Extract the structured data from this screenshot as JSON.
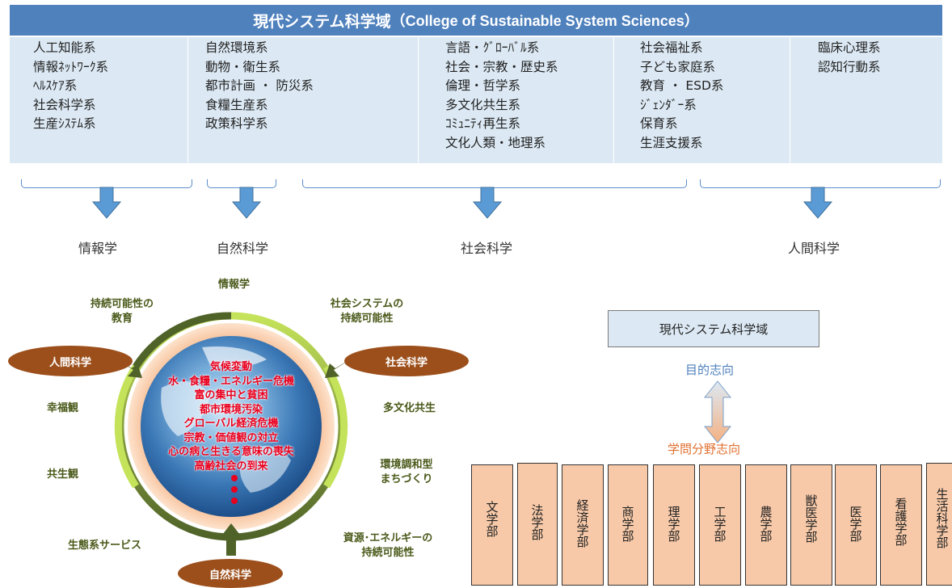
{
  "header": {
    "title": "現代システム科学域",
    "subtitle": "（College of Sustainable System Sciences）"
  },
  "categories": [
    {
      "items": [
        "人工知能系",
        "情報ﾈｯﾄﾜｰｸ系",
        "ﾍﾙｽｹｱ系",
        "社会科学系",
        "生産ｼｽﾃﾑ系"
      ]
    },
    {
      "items": [
        "自然環境系",
        "動物・衛生系",
        "都市計画 ・ 防災系",
        "食糧生産系",
        "政策科学系"
      ]
    },
    {
      "items": []
    },
    {
      "items": [
        "言語・ｸﾞﾛｰﾊﾞﾙ系",
        "社会・宗教・歴史系",
        "倫理・哲学系",
        "多文化共生系",
        "ｺﾐｭﾆﾃｨ再生系",
        "文化人類・地理系"
      ]
    },
    {
      "items": [
        "社会福祉系",
        "子ども家庭系",
        "教育 ・ ESD系",
        "ｼﾞｪﾝﾀﾞｰ系",
        "保育系",
        "生涯支援系"
      ]
    },
    {
      "items": [
        "臨床心理系",
        "認知行動系"
      ]
    }
  ],
  "fields": [
    "情報学",
    "自然科学",
    "社会科学",
    "人間科学"
  ],
  "circle": {
    "top_label": "情報学",
    "left_ellipse": "人間科学",
    "right_ellipse": "社会科学",
    "bottom_ellipse": "自然科学",
    "ring_labels": {
      "upper_left": "持続可能性の\n教育",
      "upper_right": "社会システムの\n持続可能性",
      "left_1": "幸福観",
      "left_2": "共生観",
      "lower_left": "生態系サービス",
      "right_1": "多文化共生",
      "right_2": "環境調和型\nまちづくり",
      "lower_right": "資源･エネルギーの\n持続可能性"
    },
    "issues": [
      "気候変動",
      "水・食糧・エネルギー危機",
      "富の集中と貧困",
      "都市環境汚染",
      "グローバル経済危機",
      "宗教・価値観の対立",
      "心の病と生きる意味の喪失",
      "高齢社会の到来"
    ],
    "colors": {
      "ring_dark": "#4f6228",
      "ring_light": "#c5e35a",
      "ellipse": "#9c4f1b",
      "issue_text": "#e8001e"
    }
  },
  "right": {
    "box": "現代システム科学域",
    "purpose": "目的志向",
    "discipline": "学問分野志向",
    "faculties": [
      "文学部",
      "法学部",
      "経済学部",
      "商学部",
      "理学部",
      "工学部",
      "農学部",
      "獣医学部",
      "医学部",
      "看護学部",
      "生活科学部"
    ]
  }
}
